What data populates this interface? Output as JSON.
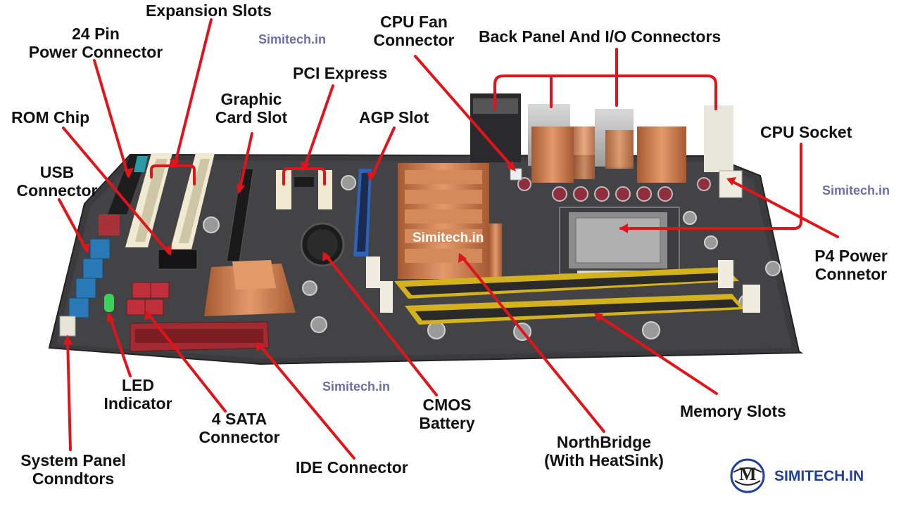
{
  "labels": {
    "expansion_slots": "Expansion Slots",
    "pin24_line1": "24 Pin",
    "pin24_line2": "Power Connector",
    "rom_chip": "ROM Chip",
    "usb_line1": "USB",
    "usb_line2": "Connector",
    "graphic_line1": "Graphic",
    "graphic_line2": "Card Slot",
    "pci_express": "PCI Express",
    "agp_slot": "AGP Slot",
    "cpu_fan_line1": "CPU Fan",
    "cpu_fan_line2": "Connector",
    "back_panel": "Back Panel And I/O Connectors",
    "cpu_socket": "CPU Socket",
    "p4_line1": "P4 Power",
    "p4_line2": "Connetor",
    "led_line1": "LED",
    "led_line2": "Indicator",
    "sata_line1": "4 SATA",
    "sata_line2": "Connector",
    "system_panel_line1": "System Panel",
    "system_panel_line2": "Conndtors",
    "ide_connector": "IDE Connector",
    "cmos_line1": "CMOS",
    "cmos_line2": "Battery",
    "northbridge_line1": "NorthBridge",
    "northbridge_line2": "(With HeatSink)",
    "memory_slots": "Memory Slots"
  },
  "watermarks": {
    "wm1": "Simitech.in",
    "wm2": "Simitech.in",
    "wm3": "Simitech.in",
    "wm4": "Simitech.in"
  },
  "brand": {
    "name": "SIMITECH.IN",
    "logo_letter": "M"
  },
  "colors": {
    "pointer": "#e0151b",
    "board": "#3b3b3d",
    "copper": "#c7774a",
    "memory_slot": "#d4b21e",
    "pci_slot": "#f1ead2",
    "agp_slot": "#2f63b8",
    "sata": "#c0303a",
    "usb_header": "#2a7ab8",
    "watermark": "#6b6fa8",
    "brand": "#1f3f9a"
  }
}
